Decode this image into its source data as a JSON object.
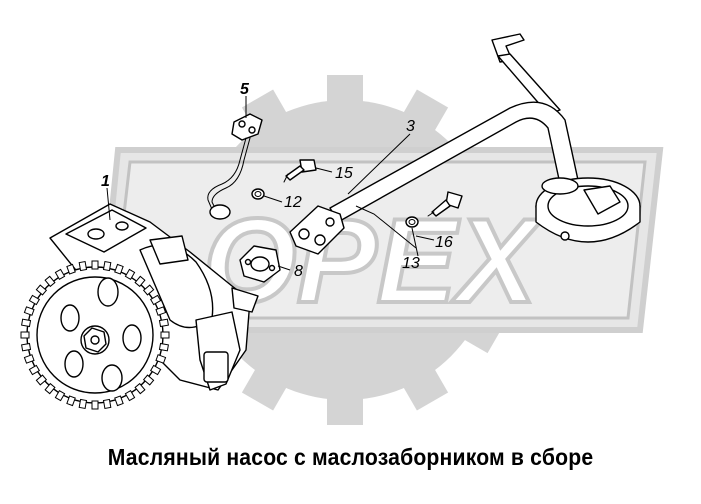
{
  "watermark": {
    "text": "OPEX",
    "color": "#cfcfcf"
  },
  "callouts": {
    "c1": "1",
    "c3": "3",
    "c5": "5",
    "c8": "8",
    "c12": "12",
    "c13": "13",
    "c15": "15",
    "c16": "16"
  },
  "caption": "Масляный насос с маслозаборником в сборе"
}
